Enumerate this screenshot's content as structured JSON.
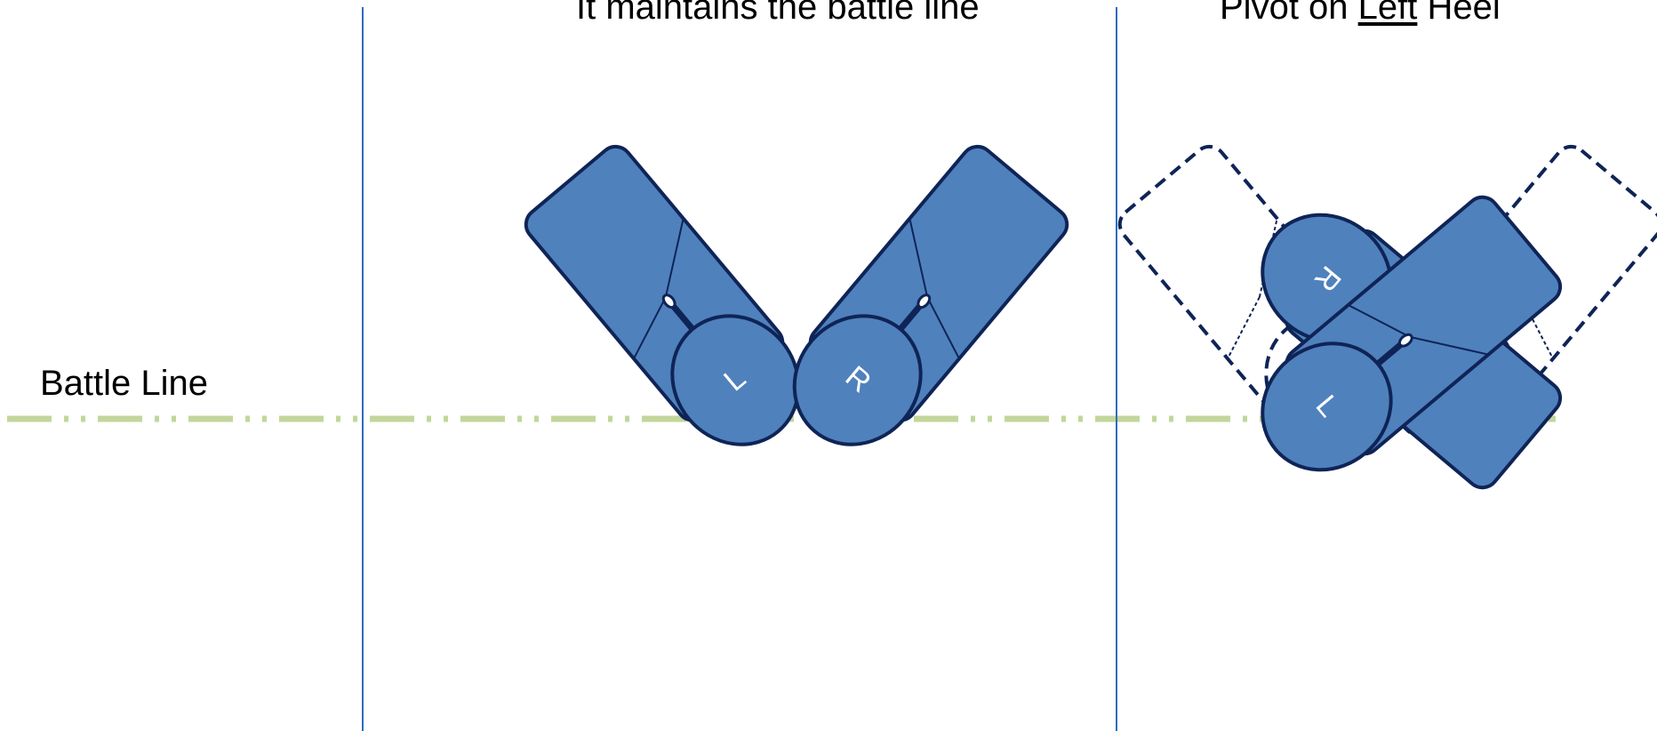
{
  "labels": {
    "battle_line": "Battle Line",
    "middle_caption": "It maintains the battle line",
    "right_caption_before": "Pivot on ",
    "right_caption_emphasis": "Left",
    "right_caption_after": " Heel"
  },
  "feet": [
    {
      "name": "middle-left-foot",
      "letter": "L",
      "style": "solid"
    },
    {
      "name": "middle-right-foot",
      "letter": "R",
      "style": "solid"
    },
    {
      "name": "pivot-right-foot",
      "letter": "R",
      "style": "solid"
    },
    {
      "name": "pivot-left-foot",
      "letter": "L",
      "style": "solid"
    },
    {
      "name": "ghost-left-foot",
      "letter": "",
      "style": "dashed"
    },
    {
      "name": "ghost-right-foot",
      "letter": "",
      "style": "dashed"
    }
  ],
  "colors": {
    "foot_fill": "#4f81bd",
    "foot_stroke": "#0f2456",
    "ghost_stroke": "#0f2456",
    "battle_line": "#c3d69b",
    "divider": "#2e6bc0",
    "letter": "#ffffff"
  }
}
